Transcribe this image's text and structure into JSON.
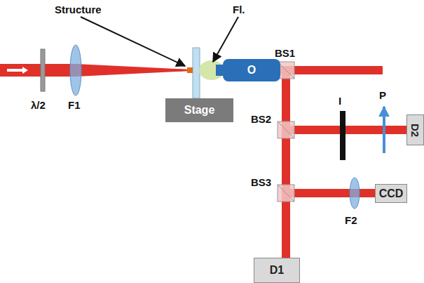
{
  "diagram": {
    "nodes": [
      {
        "text": [
          "Stage"
        ]
      },
      {
        "text": [
          "O"
        ]
      },
      {
        "text": [
          "D2"
        ]
      },
      {
        "text": [
          "CCD"
        ]
      },
      {
        "text": [
          "D1"
        ]
      }
    ],
    "labels": [
      "Structure",
      "Fl.",
      "λ/2",
      "F1",
      "BS1",
      "BS2",
      "BS3",
      "I",
      "P",
      "F2"
    ]
  }
}
